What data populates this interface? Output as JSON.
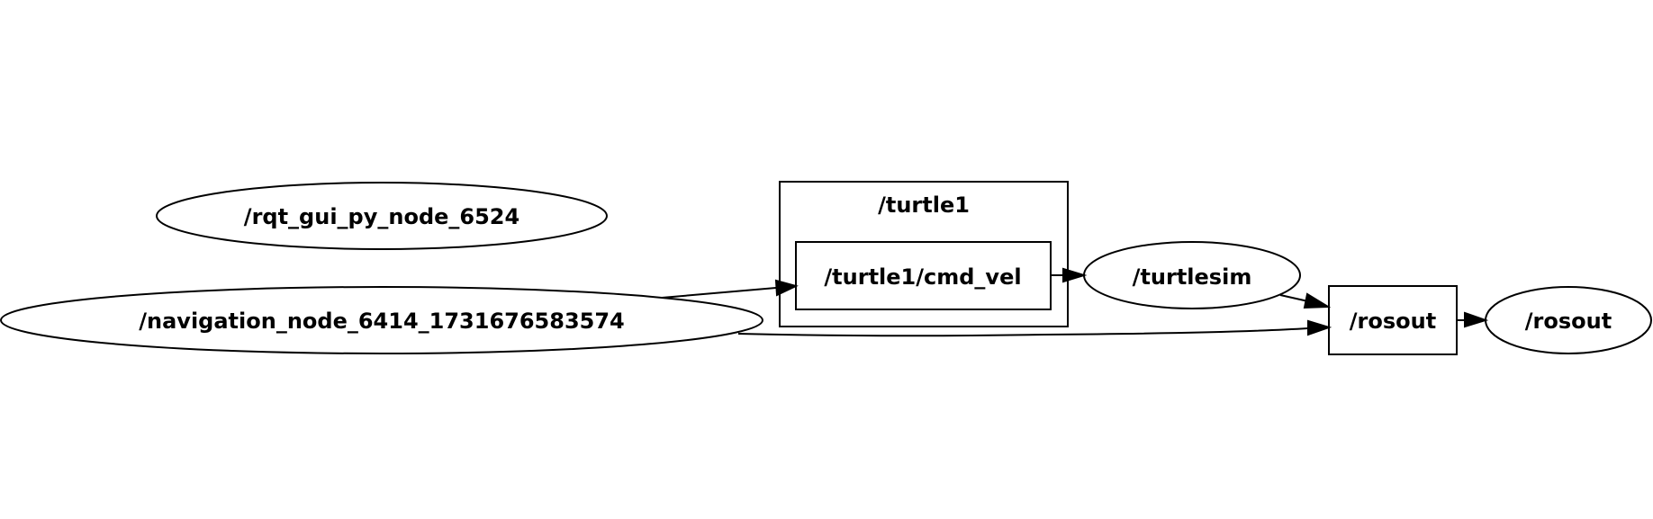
{
  "graph": {
    "nodes": {
      "rqt_gui": {
        "label": "/rqt_gui_py_node_6524",
        "shape": "ellipse"
      },
      "navigation": {
        "label": "/navigation_node_6414_1731676583574",
        "shape": "ellipse"
      },
      "cmd_vel": {
        "label": "/turtle1/cmd_vel",
        "shape": "box"
      },
      "turtlesim": {
        "label": "/turtlesim",
        "shape": "ellipse"
      },
      "rosout_topic": {
        "label": "/rosout",
        "shape": "box"
      },
      "rosout_node": {
        "label": "/rosout",
        "shape": "ellipse"
      }
    },
    "clusters": {
      "turtle1": {
        "label": "/turtle1"
      }
    },
    "edges": [
      {
        "from": "/navigation_node_6414_1731676583574",
        "to": "/turtle1/cmd_vel"
      },
      {
        "from": "/turtle1/cmd_vel",
        "to": "/turtlesim"
      },
      {
        "from": "/turtlesim",
        "to": "/rosout"
      },
      {
        "from": "/navigation_node_6414_1731676583574",
        "to": "/rosout"
      },
      {
        "from": "/rosout",
        "to": "/rosout"
      }
    ],
    "colors": {
      "stroke": "#000000",
      "background": "#ffffff"
    }
  }
}
